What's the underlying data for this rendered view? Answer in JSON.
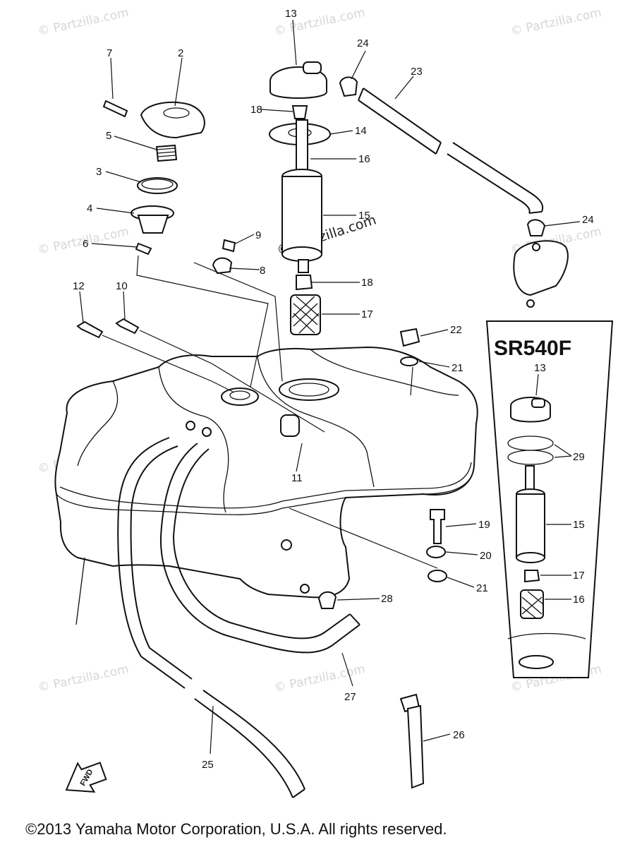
{
  "watermarks": [
    "© Partzilla.com"
  ],
  "center_watermark": "© Partzilla.com",
  "inset": {
    "title": "SR540F"
  },
  "direction_label": "FWD",
  "callouts": {
    "c2": "2",
    "c3": "3",
    "c4": "4",
    "c5": "5",
    "c6": "6",
    "c7": "7",
    "c8": "8",
    "c9": "9",
    "c10": "10",
    "c11": "11",
    "c12": "12",
    "c13": "13",
    "c14": "14",
    "c15": "15",
    "c16": "16",
    "c17": "17",
    "c18": "18",
    "c19": "19",
    "c20": "20",
    "c21": "21",
    "c22": "22",
    "c23": "23",
    "c24": "24",
    "c25": "25",
    "c26": "26",
    "c27": "27",
    "c28": "28",
    "c29": "29"
  },
  "copyright": "©2013  Yamaha Motor Corporation, U.S.A. All rights reserved."
}
